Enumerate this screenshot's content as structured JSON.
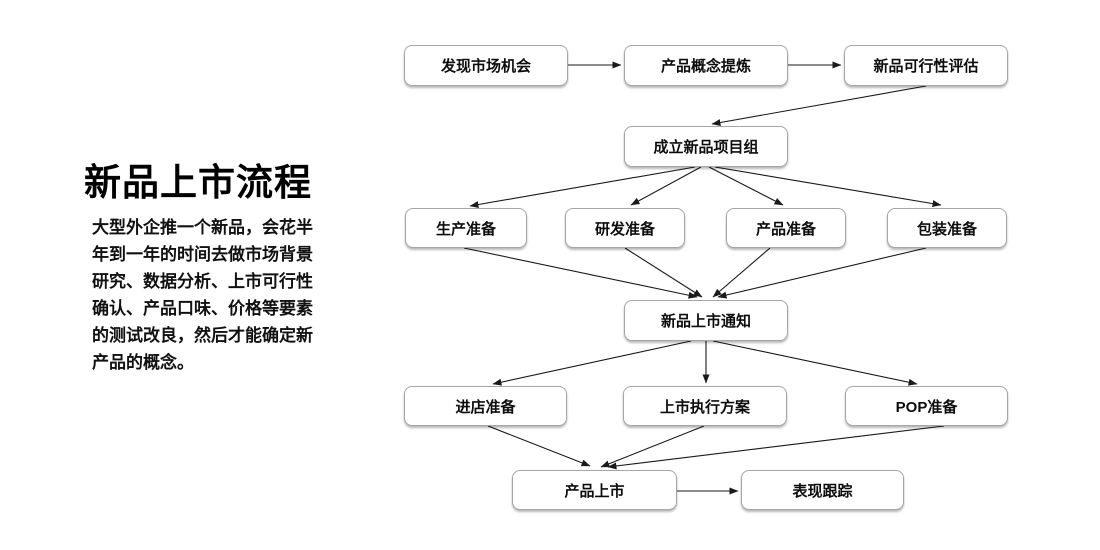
{
  "panel": {
    "title": "新品上市流程",
    "description": "大型外企推一个新品，会花半\n年到一年的时间去做市场背景\n研究、数据分析、上市可行性\n确认、产品口味、价格等要素\n的测试改良，然后才能确定新\n产品的概念。"
  },
  "flow": {
    "nodes": [
      {
        "id": "discover",
        "label": "发现市场机会"
      },
      {
        "id": "concept",
        "label": "产品概念提炼"
      },
      {
        "id": "feasibility",
        "label": "新品可行性评估"
      },
      {
        "id": "team",
        "label": "成立新品项目组"
      },
      {
        "id": "production",
        "label": "生产准备"
      },
      {
        "id": "rnd",
        "label": "研发准备"
      },
      {
        "id": "product",
        "label": "产品准备"
      },
      {
        "id": "packaging",
        "label": "包装准备"
      },
      {
        "id": "notice",
        "label": "新品上市通知"
      },
      {
        "id": "instore",
        "label": "进店准备"
      },
      {
        "id": "execution",
        "label": "上市执行方案"
      },
      {
        "id": "pop",
        "label": "POP准备"
      },
      {
        "id": "launch",
        "label": "产品上市"
      },
      {
        "id": "tracking",
        "label": "表现跟踪"
      }
    ],
    "edges": [
      {
        "from": "discover",
        "to": "concept"
      },
      {
        "from": "concept",
        "to": "feasibility"
      },
      {
        "from": "feasibility",
        "to": "team"
      },
      {
        "from": "team",
        "to": "production"
      },
      {
        "from": "team",
        "to": "rnd"
      },
      {
        "from": "team",
        "to": "product"
      },
      {
        "from": "team",
        "to": "packaging"
      },
      {
        "from": "production",
        "to": "notice"
      },
      {
        "from": "rnd",
        "to": "notice"
      },
      {
        "from": "product",
        "to": "notice"
      },
      {
        "from": "packaging",
        "to": "notice"
      },
      {
        "from": "notice",
        "to": "instore"
      },
      {
        "from": "notice",
        "to": "execution"
      },
      {
        "from": "notice",
        "to": "pop"
      },
      {
        "from": "instore",
        "to": "launch"
      },
      {
        "from": "execution",
        "to": "launch"
      },
      {
        "from": "pop",
        "to": "launch"
      },
      {
        "from": "launch",
        "to": "tracking"
      }
    ],
    "colors": {
      "box_border": "#a6a6a6",
      "arrow": "#1a1a1a",
      "label": "#0d0d0d",
      "background": "#ffffff"
    }
  }
}
